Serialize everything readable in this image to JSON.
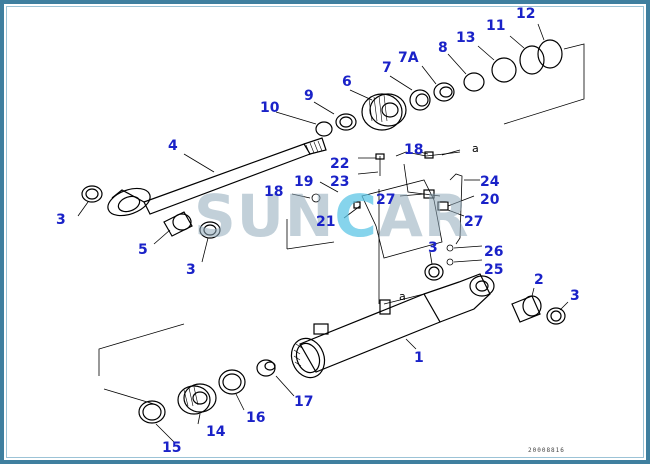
{
  "diagram": {
    "drawing_code": "20008816",
    "watermark": {
      "part1": "SUN",
      "part2": "C",
      "part3": "AR"
    },
    "port_marker": "a",
    "labels": [
      {
        "id": "1",
        "text": "1"
      },
      {
        "id": "2",
        "text": "2"
      },
      {
        "id": "3a",
        "text": "3"
      },
      {
        "id": "3b",
        "text": "3"
      },
      {
        "id": "3c",
        "text": "3"
      },
      {
        "id": "3d",
        "text": "3"
      },
      {
        "id": "4",
        "text": "4"
      },
      {
        "id": "5",
        "text": "5"
      },
      {
        "id": "6",
        "text": "6"
      },
      {
        "id": "7",
        "text": "7"
      },
      {
        "id": "7A",
        "text": "7A"
      },
      {
        "id": "8",
        "text": "8"
      },
      {
        "id": "9",
        "text": "9"
      },
      {
        "id": "10",
        "text": "10"
      },
      {
        "id": "11",
        "text": "11"
      },
      {
        "id": "12",
        "text": "12"
      },
      {
        "id": "13",
        "text": "13"
      },
      {
        "id": "14",
        "text": "14"
      },
      {
        "id": "15",
        "text": "15"
      },
      {
        "id": "16",
        "text": "16"
      },
      {
        "id": "17",
        "text": "17"
      },
      {
        "id": "18a",
        "text": "18"
      },
      {
        "id": "18b",
        "text": "18"
      },
      {
        "id": "19",
        "text": "19"
      },
      {
        "id": "20",
        "text": "20"
      },
      {
        "id": "21",
        "text": "21"
      },
      {
        "id": "22",
        "text": "22"
      },
      {
        "id": "23",
        "text": "23"
      },
      {
        "id": "24",
        "text": "24"
      },
      {
        "id": "25",
        "text": "25"
      },
      {
        "id": "26",
        "text": "26"
      },
      {
        "id": "27a",
        "text": "27"
      },
      {
        "id": "27b",
        "text": "27"
      }
    ]
  }
}
